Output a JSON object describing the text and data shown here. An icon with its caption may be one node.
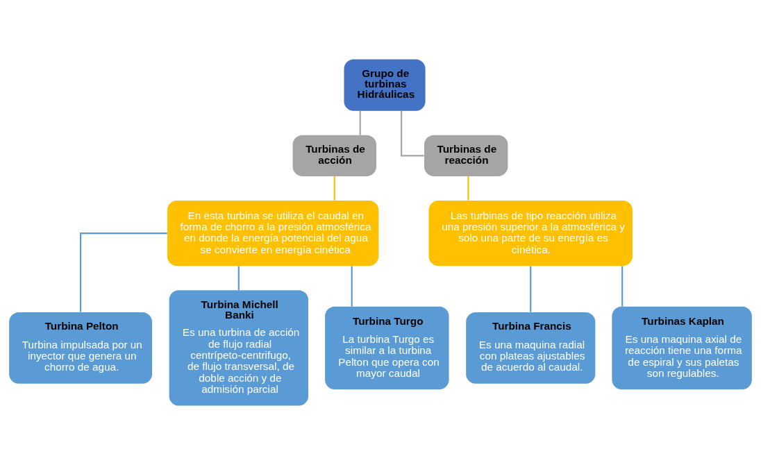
{
  "diagram": {
    "nodes": [
      {
        "text": [
          "Grupo de turbinas Hidráulicas"
        ]
      },
      {
        "text": [
          "Turbinas de acción"
        ]
      },
      {
        "text": [
          "Turbinas de reacción"
        ]
      },
      {
        "text": [
          "En esta turbina se utiliza el caudal en forma de chorro a la presión atmosférica en donde la energía potencial del agua se convierte en energía cinética"
        ]
      },
      {
        "text": [
          "Las turbinas de tipo reacción utiliza una presión superior a la atmosférica y solo una parte de su energía es cinética."
        ]
      },
      {
        "text": [
          "Turbina Pelton",
          "Turbina impulsada por un inyector que genera un chorro de agua."
        ]
      },
      {
        "text": [
          "Turbina Michell Banki",
          "Es una turbina de acción de flujo radial centrípeto-centrifugo, de flujo transversal, de doble acción y de admisión parcial"
        ]
      },
      {
        "text": [
          "Turbina Turgo",
          "La turbina Turgo es similar a la turbina Pelton que opera con mayor caudal"
        ]
      },
      {
        "text": [
          "Turbina Francis",
          "Es una maquina radial con plateas ajustables de acuerdo al caudal."
        ]
      },
      {
        "text": [
          "Turbinas Kaplan",
          "Es una maquina axial de reacción tiene una forma de espiral y sus paletas son regulables."
        ]
      }
    ],
    "edges": [
      {
        "from": 0,
        "to": 1,
        "arrow": "none",
        "color": "#a5a5a5"
      },
      {
        "from": 0,
        "to": 2,
        "arrow": "none",
        "color": "#a5a5a5"
      },
      {
        "from": 1,
        "to": 3,
        "arrow": "none",
        "color": "#ffc000"
      },
      {
        "from": 2,
        "to": 4,
        "arrow": "none",
        "color": "#ffc000"
      },
      {
        "from": 3,
        "to": 5,
        "arrow": "none"
      },
      {
        "from": 3,
        "to": 6,
        "arrow": "none"
      },
      {
        "from": 3,
        "to": 7,
        "arrow": "none"
      },
      {
        "from": 4,
        "to": 8,
        "arrow": "none"
      },
      {
        "from": 4,
        "to": 9,
        "arrow": "none"
      }
    ]
  }
}
